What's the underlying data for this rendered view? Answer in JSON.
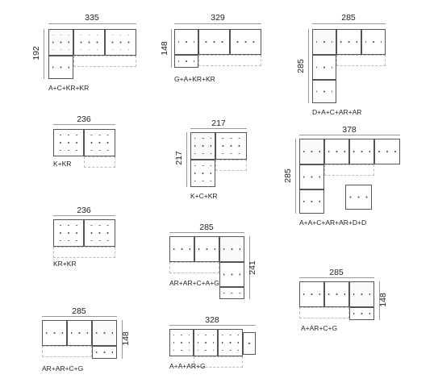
{
  "configs": [
    {
      "id": "c1",
      "width": "335",
      "height": "192",
      "code": "A+C+KR+KR"
    },
    {
      "id": "c2",
      "width": "329",
      "height": "148",
      "code": "G+A+KR+KR"
    },
    {
      "id": "c3",
      "width": "285",
      "height": "285",
      "code": "D+A+C+AR+AR"
    },
    {
      "id": "c4",
      "width": "236",
      "height": "",
      "code": "K+KR"
    },
    {
      "id": "c5",
      "width": "217",
      "height": "217",
      "code": "K+C+KR"
    },
    {
      "id": "c6",
      "width": "378",
      "height": "285",
      "code": "A+A+C+AR+AR+D+D"
    },
    {
      "id": "c7",
      "width": "236",
      "height": "",
      "code": "KR+KR"
    },
    {
      "id": "c8",
      "width": "285",
      "height": "241",
      "code": "AR+AR+C+A+G"
    },
    {
      "id": "c9",
      "width": "285",
      "height": "148",
      "code": "A+AR+C+G"
    },
    {
      "id": "c10",
      "width": "285",
      "height": "148",
      "code": "AR+AR+C+G"
    },
    {
      "id": "c11",
      "width": "328",
      "height": "",
      "code": "A+A+AR+G"
    }
  ]
}
